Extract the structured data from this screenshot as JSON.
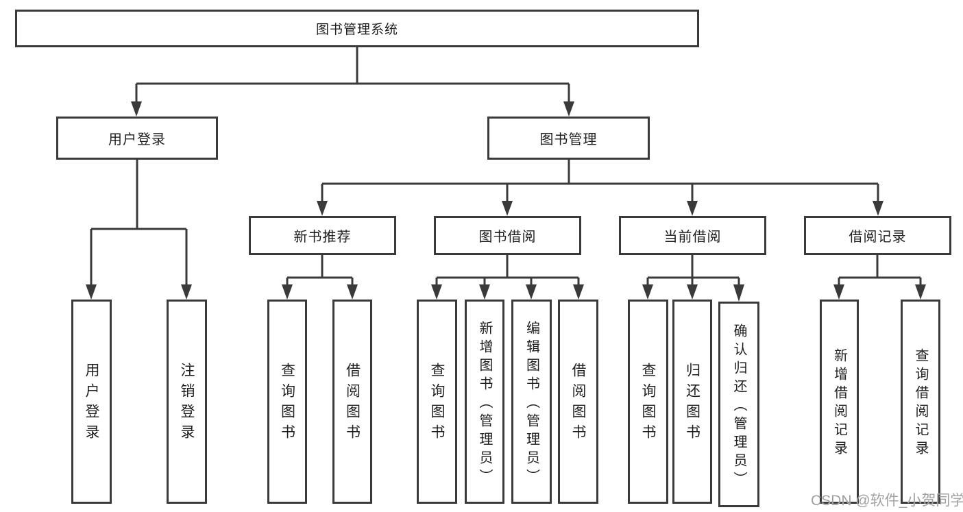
{
  "diagram": {
    "root": {
      "label": "图书管理系统"
    },
    "level2": [
      {
        "label": "用户登录"
      },
      {
        "label": "图书管理"
      }
    ],
    "level3": [
      {
        "label": "新书推荐"
      },
      {
        "label": "图书借阅"
      },
      {
        "label": "当前借阅"
      },
      {
        "label": "借阅记录"
      }
    ],
    "leaves": {
      "user_login": [
        "用户登录",
        "注销登录"
      ],
      "new_book_recommend": [
        "查询图书",
        "借阅图书"
      ],
      "book_borrow": [
        "查询图书",
        "新增图书（管理员）",
        "编辑图书（管理员）",
        "借阅图书"
      ],
      "current_borrow": [
        "查询图书",
        "归还图书",
        "确认归还（管理员）"
      ],
      "borrow_record": [
        "新增借阅记录",
        "查询借阅记录"
      ]
    }
  },
  "watermark": "CSDN @软件_小贺同学",
  "colors": {
    "line": "#3a3a3a",
    "text": "#1f1f1f",
    "watermark": "#a0a0a0",
    "background": "#ffffff"
  }
}
